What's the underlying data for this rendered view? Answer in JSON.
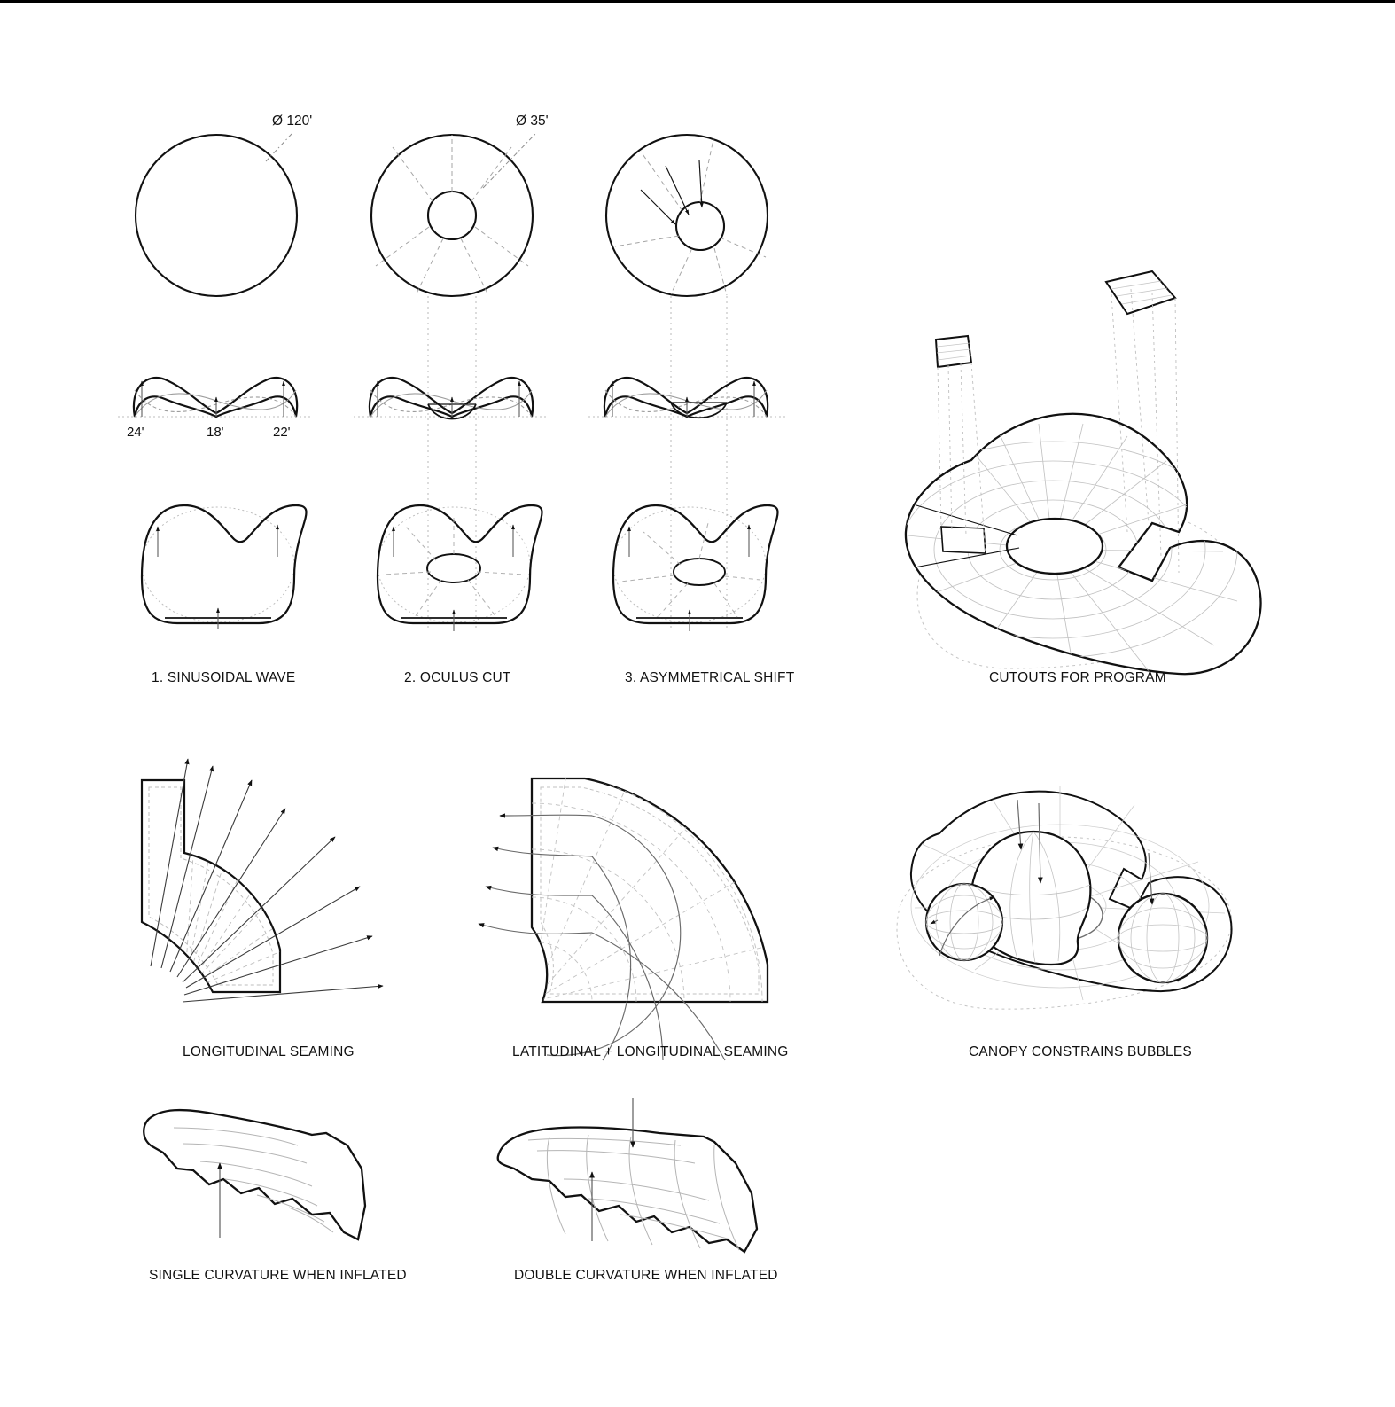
{
  "sheet": {
    "title": "Inflatable canopy form-finding diagram",
    "background": "#ffffff",
    "ink": "#111111",
    "ghost": "#9a9a9a",
    "faint": "#c9c9c9"
  },
  "diameters": {
    "canopy": {
      "symbol": "Ø",
      "value": "120'",
      "label": "Ø  120'"
    },
    "oculus": {
      "symbol": "Ø",
      "value": "35'",
      "label": "Ø  35'"
    }
  },
  "section_dimensions": [
    {
      "label": "24'",
      "position": "left"
    },
    {
      "label": "18'",
      "position": "center"
    },
    {
      "label": "22'",
      "position": "right"
    }
  ],
  "captions": {
    "step1": "1.  SINUSOIDAL WAVE",
    "step2": "2. OCULUS CUT",
    "step3": "3. ASYMMETRICAL SHIFT",
    "cutouts": "CUTOUTS FOR PROGRAM",
    "longitudinal": "LONGITUDINAL SEAMING",
    "latlong": "LATITUDINAL + LONGITUDINAL SEAMING",
    "canopy_bubbles": "CANOPY CONSTRAINS BUBBLES",
    "single_curve": "SINGLE CURVATURE WHEN INFLATED",
    "double_curve": "DOUBLE CURVATURE WHEN INFLATED"
  },
  "icons": {
    "diameter": "diameter-symbol-icon",
    "arrow_up": "arrow-up-icon",
    "arrow_down": "arrow-down-icon",
    "arrow_radial": "arrow-radial-icon"
  }
}
